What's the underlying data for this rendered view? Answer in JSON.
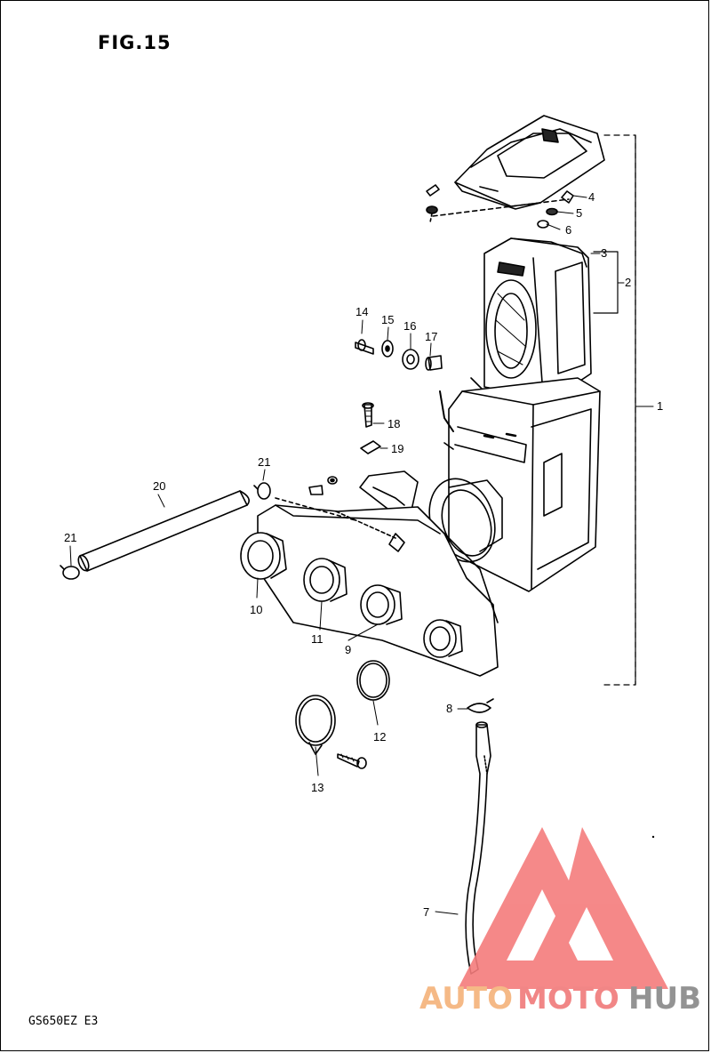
{
  "figure": {
    "title": "FIG.15",
    "model_code": "GS650EZ E3"
  },
  "callouts": [
    {
      "id": "c1",
      "label": "1"
    },
    {
      "id": "c2",
      "label": "2"
    },
    {
      "id": "c3",
      "label": "3"
    },
    {
      "id": "c4",
      "label": "4"
    },
    {
      "id": "c5",
      "label": "5"
    },
    {
      "id": "c6",
      "label": "6"
    },
    {
      "id": "c7",
      "label": "7"
    },
    {
      "id": "c8",
      "label": "8"
    },
    {
      "id": "c9",
      "label": "9"
    },
    {
      "id": "c10",
      "label": "10"
    },
    {
      "id": "c11",
      "label": "11"
    },
    {
      "id": "c12",
      "label": "12"
    },
    {
      "id": "c13",
      "label": "13"
    },
    {
      "id": "c14",
      "label": "14"
    },
    {
      "id": "c15",
      "label": "15"
    },
    {
      "id": "c16",
      "label": "16"
    },
    {
      "id": "c17",
      "label": "17"
    },
    {
      "id": "c18",
      "label": "18"
    },
    {
      "id": "c19",
      "label": "19"
    },
    {
      "id": "c20",
      "label": "20"
    },
    {
      "id": "c21a",
      "label": "21"
    },
    {
      "id": "c21b",
      "label": "21"
    }
  ],
  "watermark": {
    "part1": "AUTO",
    "part2": "MOTO",
    "part3": "HUB",
    "colors": {
      "orange": "#f5b27a",
      "red": "#f07a7a",
      "gray": "#888888",
      "triangle": "#f47c7c"
    }
  }
}
